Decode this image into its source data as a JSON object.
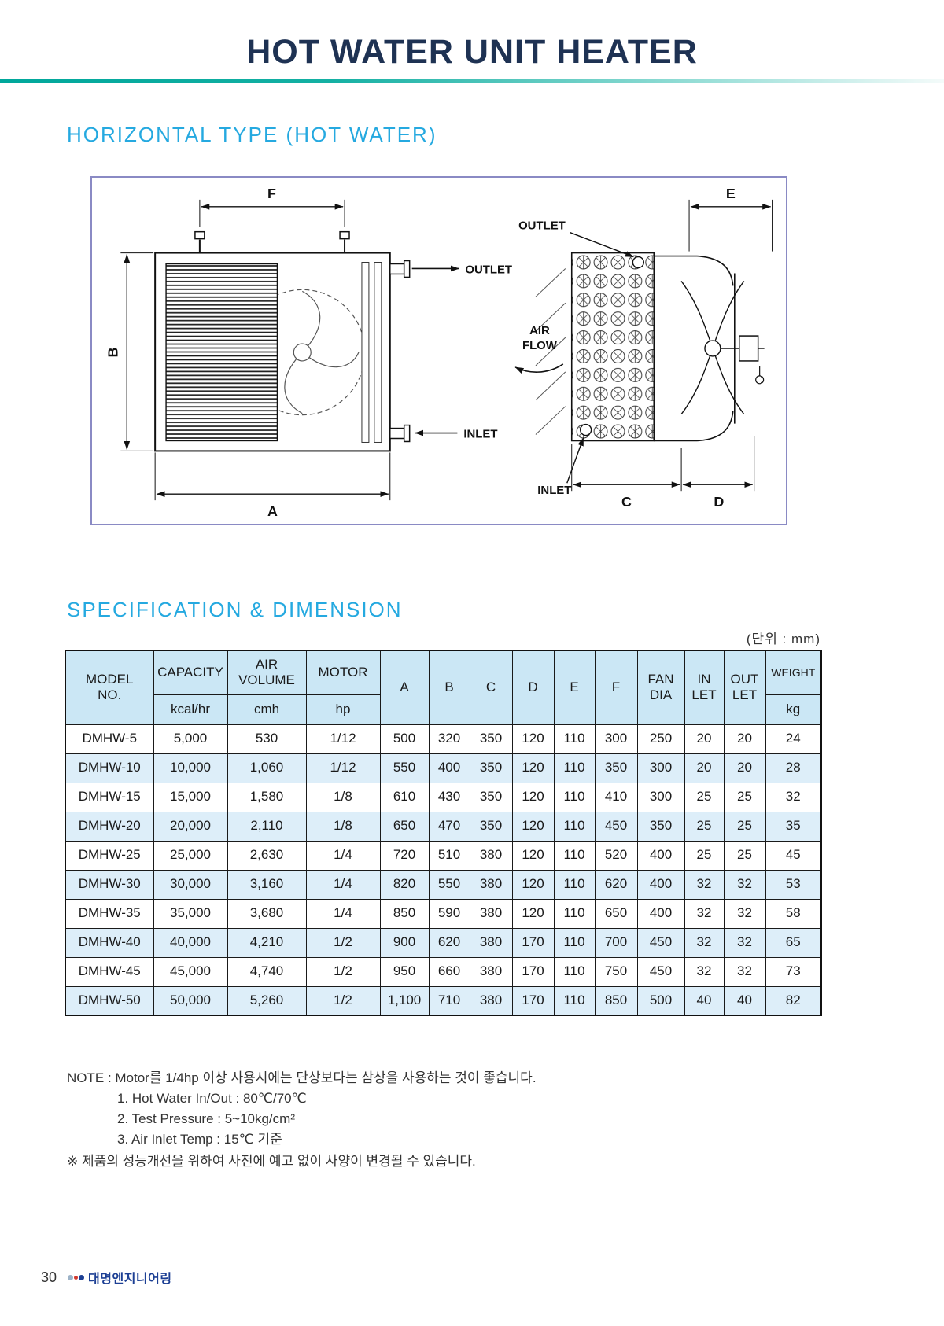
{
  "page": {
    "title": "HOT WATER UNIT HEATER",
    "page_number": "30",
    "footer_logo_text": "대명엔지니어링",
    "unit_note": "(단위 : mm)"
  },
  "sections": {
    "horizontal_type": "HORIZONTAL TYPE (HOT WATER)",
    "spec_dimension": "SPECIFICATION & DIMENSION"
  },
  "diagram": {
    "labels": {
      "dim_f": "F",
      "dim_e": "E",
      "dim_b": "B",
      "dim_a": "A",
      "dim_c": "C",
      "dim_d": "D",
      "outlet_front": "OUTLET",
      "inlet_front": "INLET",
      "outlet_side": "OUTLET",
      "inlet_side": "INLET",
      "air_flow_line1": "AIR",
      "air_flow_line2": "FLOW"
    }
  },
  "table": {
    "headers": {
      "model_no": "MODEL NO.",
      "capacity": "CAPACITY",
      "capacity_unit": "kcal/hr",
      "air_volume": "AIR VOLUME",
      "air_volume_unit": "cmh",
      "motor": "MOTOR",
      "motor_unit": "hp",
      "a": "A",
      "b": "B",
      "c": "C",
      "d": "D",
      "e": "E",
      "f": "F",
      "fan_dia": "FAN DIA",
      "inlet": "IN LET",
      "outlet": "OUT LET",
      "weight": "WEIGHT",
      "weight_unit": "kg"
    },
    "rows": [
      {
        "model": "DMHW-5",
        "capacity": "5,000",
        "air_volume": "530",
        "motor": "1/12",
        "a": "500",
        "b": "320",
        "c": "350",
        "d": "120",
        "e": "110",
        "f": "300",
        "fan_dia": "250",
        "inlet": "20",
        "outlet": "20",
        "weight": "24"
      },
      {
        "model": "DMHW-10",
        "capacity": "10,000",
        "air_volume": "1,060",
        "motor": "1/12",
        "a": "550",
        "b": "400",
        "c": "350",
        "d": "120",
        "e": "110",
        "f": "350",
        "fan_dia": "300",
        "inlet": "20",
        "outlet": "20",
        "weight": "28"
      },
      {
        "model": "DMHW-15",
        "capacity": "15,000",
        "air_volume": "1,580",
        "motor": "1/8",
        "a": "610",
        "b": "430",
        "c": "350",
        "d": "120",
        "e": "110",
        "f": "410",
        "fan_dia": "300",
        "inlet": "25",
        "outlet": "25",
        "weight": "32"
      },
      {
        "model": "DMHW-20",
        "capacity": "20,000",
        "air_volume": "2,110",
        "motor": "1/8",
        "a": "650",
        "b": "470",
        "c": "350",
        "d": "120",
        "e": "110",
        "f": "450",
        "fan_dia": "350",
        "inlet": "25",
        "outlet": "25",
        "weight": "35"
      },
      {
        "model": "DMHW-25",
        "capacity": "25,000",
        "air_volume": "2,630",
        "motor": "1/4",
        "a": "720",
        "b": "510",
        "c": "380",
        "d": "120",
        "e": "110",
        "f": "520",
        "fan_dia": "400",
        "inlet": "25",
        "outlet": "25",
        "weight": "45"
      },
      {
        "model": "DMHW-30",
        "capacity": "30,000",
        "air_volume": "3,160",
        "motor": "1/4",
        "a": "820",
        "b": "550",
        "c": "380",
        "d": "120",
        "e": "110",
        "f": "620",
        "fan_dia": "400",
        "inlet": "32",
        "outlet": "32",
        "weight": "53"
      },
      {
        "model": "DMHW-35",
        "capacity": "35,000",
        "air_volume": "3,680",
        "motor": "1/4",
        "a": "850",
        "b": "590",
        "c": "380",
        "d": "120",
        "e": "110",
        "f": "650",
        "fan_dia": "400",
        "inlet": "32",
        "outlet": "32",
        "weight": "58"
      },
      {
        "model": "DMHW-40",
        "capacity": "40,000",
        "air_volume": "4,210",
        "motor": "1/2",
        "a": "900",
        "b": "620",
        "c": "380",
        "d": "170",
        "e": "110",
        "f": "700",
        "fan_dia": "450",
        "inlet": "32",
        "outlet": "32",
        "weight": "65"
      },
      {
        "model": "DMHW-45",
        "capacity": "45,000",
        "air_volume": "4,740",
        "motor": "1/2",
        "a": "950",
        "b": "660",
        "c": "380",
        "d": "170",
        "e": "110",
        "f": "750",
        "fan_dia": "450",
        "inlet": "32",
        "outlet": "32",
        "weight": "73"
      },
      {
        "model": "DMHW-50",
        "capacity": "50,000",
        "air_volume": "5,260",
        "motor": "1/2",
        "a": "1,100",
        "b": "710",
        "c": "380",
        "d": "170",
        "e": "110",
        "f": "850",
        "fan_dia": "500",
        "inlet": "40",
        "outlet": "40",
        "weight": "82"
      }
    ]
  },
  "notes": {
    "note_main": "NOTE : Motor를 1/4hp 이상 사용시에는 단상보다는 삼상을 사용하는 것이 좋습니다.",
    "items": [
      "1. Hot Water In/Out : 80℃/70℃",
      "2. Test Pressure : 5~10kg/cm²",
      "3. Air Inlet Temp : 15℃ 기준"
    ],
    "disclaimer": "※ 제품의 성능개선을 위하여 사전에 예고 없이 사양이 변경될 수 있습니다."
  },
  "colors": {
    "title": "#1e3253",
    "section_heading": "#25a9e0",
    "accent_teal": "#00a79b",
    "diagram_border": "#8a8ac4",
    "table_header_bg": "#cbe7f5",
    "row_alt_bg": "#ddeef9",
    "logo_blue": "#1c3f94"
  }
}
